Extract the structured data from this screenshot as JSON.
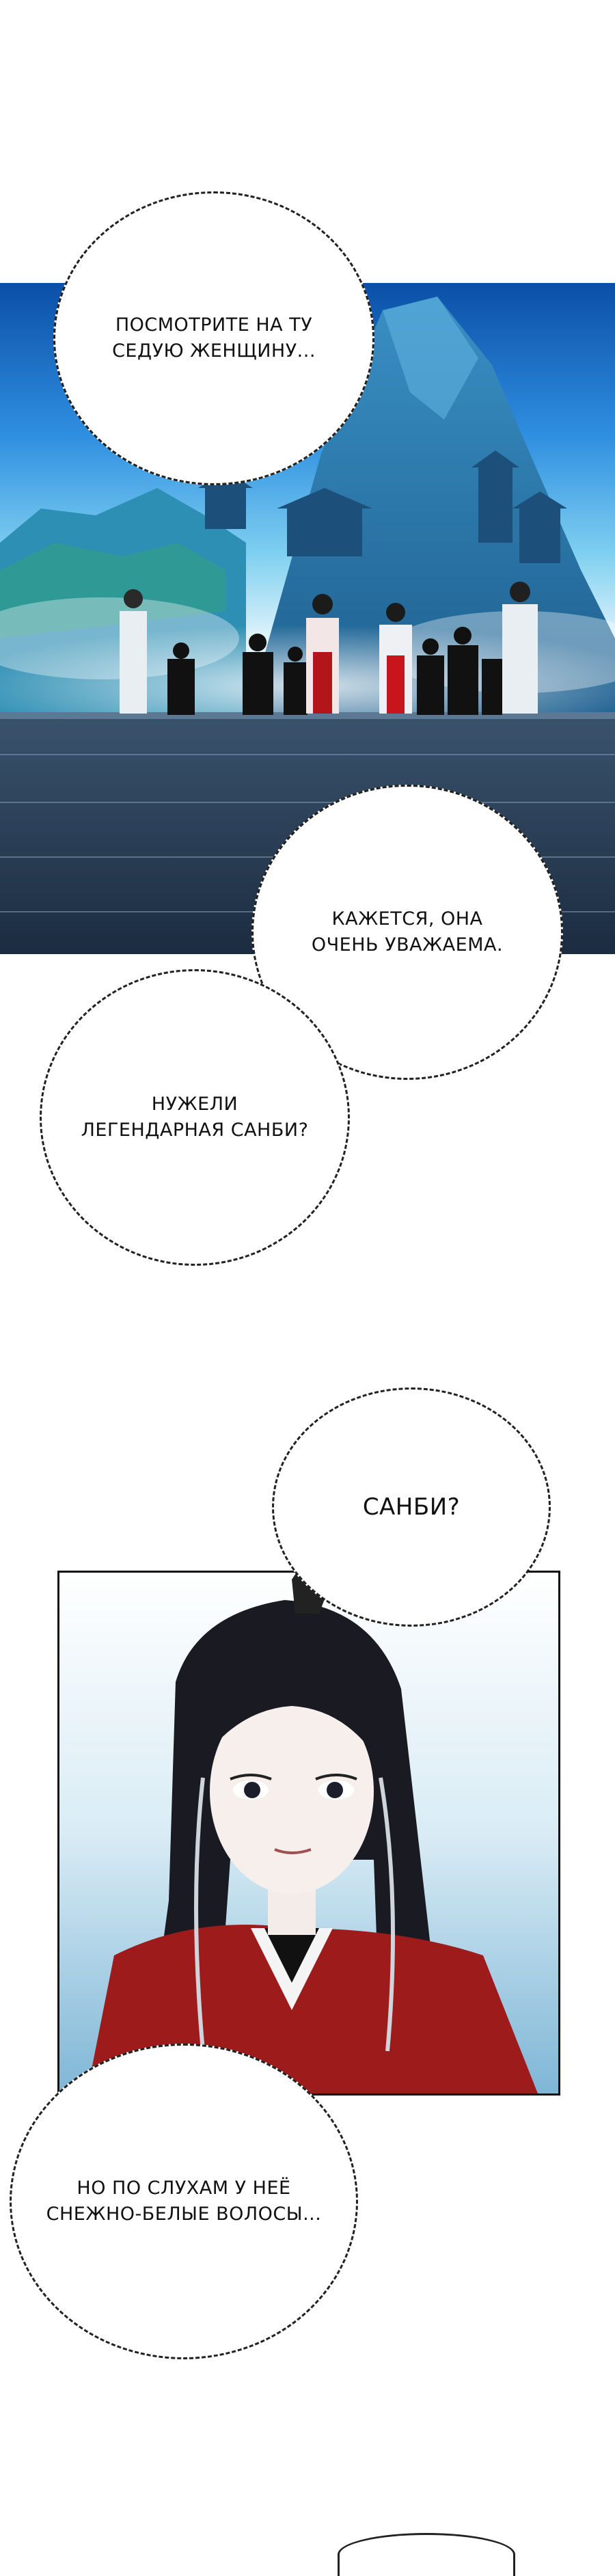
{
  "bubbles": {
    "b1": {
      "lines": [
        "ПОСМОТРИТЕ НА ТУ",
        "СЕДУЮ ЖЕНЩИНУ..."
      ]
    },
    "b2": {
      "lines": [
        "КАЖЕТСЯ, ОНА",
        "ОЧЕНЬ УВАЖАЕМА."
      ]
    },
    "b3": {
      "lines": [
        "НУЖЕЛИ",
        "ЛЕГЕНДАРНАЯ САНБИ?"
      ]
    },
    "b4": {
      "lines": [
        "САНБИ?"
      ]
    },
    "b5": {
      "lines": [
        "НО ПО СЛУХАМ У НЕЁ",
        "СНЕЖНО-БЕЛЫЕ ВОЛОСЫ..."
      ]
    }
  },
  "colors": {
    "sky_top": "#0b4fa8",
    "sky_mid": "#3aa6e6",
    "mountain": "#2f7fb0",
    "mist": "#bfe6f6",
    "floor": "#2c4763",
    "robe_red": "#9e1b1b",
    "hair": "#1a1a22"
  }
}
